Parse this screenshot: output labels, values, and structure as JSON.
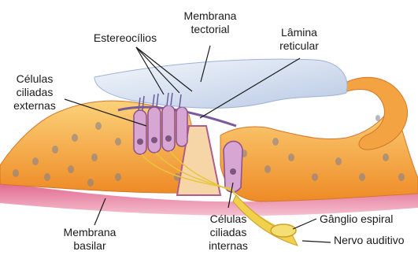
{
  "labels": {
    "stereocilia": "Estereocílios",
    "tectorial_membrane": "Membrana\ntectorial",
    "reticular_lamina": "Lâmina\nreticular",
    "outer_hair_cells": "Células\nciliadas\nexternas",
    "basilar_membrane": "Membrana\nbasilar",
    "inner_hair_cells": "Células\nciliadas\ninternas",
    "spiral_ganglion": "Gânglio espiral",
    "auditory_nerve": "Nervo auditivo"
  },
  "colors": {
    "support_cells": "#f7a23a",
    "support_cells_light": "#fbc96a",
    "hair_cell": "#d7a6d2",
    "hair_cell_outline": "#8e4f8c",
    "tectorial": "#dfe9f5",
    "basilar": "#c93b6a",
    "nerve": "#f1d14c",
    "leader_line": "#1a1a1a"
  }
}
